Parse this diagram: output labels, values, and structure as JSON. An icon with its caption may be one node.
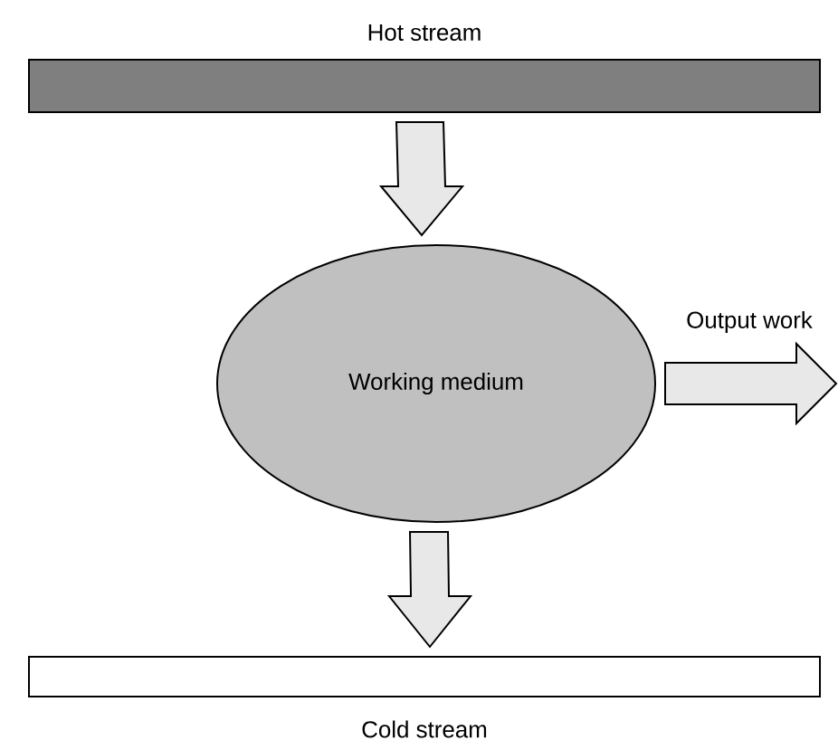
{
  "diagram": {
    "nodes": [
      {
        "text": [
          "Hot stream"
        ]
      },
      {
        "text": [
          "Working medium"
        ]
      },
      {
        "text": [
          "Cold stream"
        ]
      }
    ],
    "edges": [
      {
        "from": 0,
        "to": 1,
        "arrow": "to"
      },
      {
        "from": 1,
        "to": 2,
        "arrow": "to"
      },
      {
        "from": 1,
        "to": null,
        "arrow": "to",
        "label": "Output work"
      }
    ]
  }
}
